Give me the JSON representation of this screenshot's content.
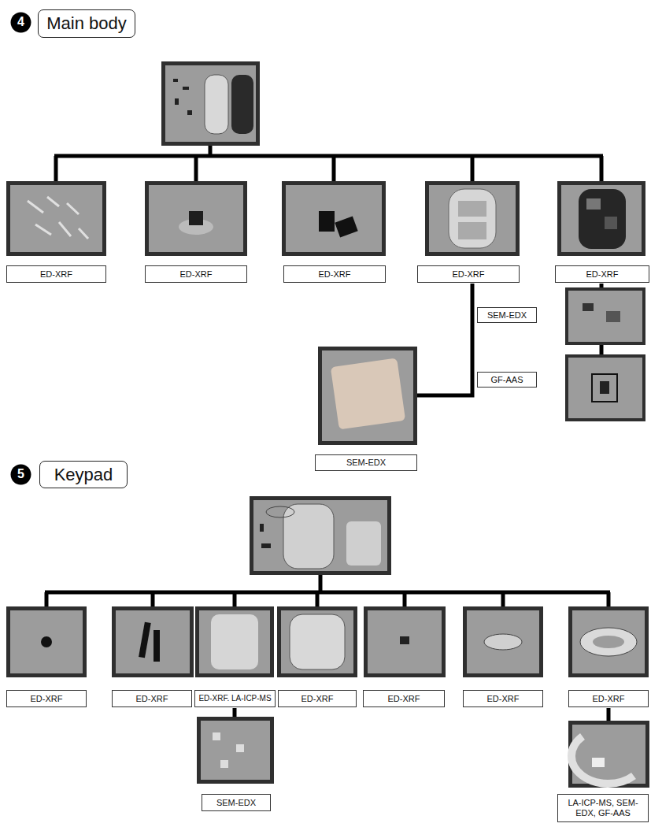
{
  "diagram": {
    "nodes": [
      {
        "text": [
          "4"
        ]
      },
      {
        "text": [
          "Main body"
        ]
      },
      {
        "text": [
          "ED-XRF"
        ]
      },
      {
        "text": [
          "ED-XRF"
        ]
      },
      {
        "text": [
          "ED-XRF"
        ]
      },
      {
        "text": [
          "ED-XRF"
        ]
      },
      {
        "text": [
          "ED-XRF"
        ]
      },
      {
        "text": [
          "SEM-EDX"
        ]
      },
      {
        "text": [
          "SEM-EDX"
        ]
      },
      {
        "text": [
          "GF-AAS"
        ]
      },
      {
        "text": [
          "5"
        ]
      },
      {
        "text": [
          "Keypad"
        ]
      },
      {
        "text": [
          "ED-XRF"
        ]
      },
      {
        "text": [
          "ED-XRF"
        ]
      },
      {
        "text": [
          "ED-XRF. LA-ICP-MS"
        ]
      },
      {
        "text": [
          "ED-XRF"
        ]
      },
      {
        "text": [
          "ED-XRF"
        ]
      },
      {
        "text": [
          "ED-XRF"
        ]
      },
      {
        "text": [
          "ED-XRF"
        ]
      },
      {
        "text": [
          "SEM-EDX"
        ]
      },
      {
        "text": [
          "LA-ICP-MS, SEM-EDX, GF-AAS"
        ]
      }
    ]
  }
}
